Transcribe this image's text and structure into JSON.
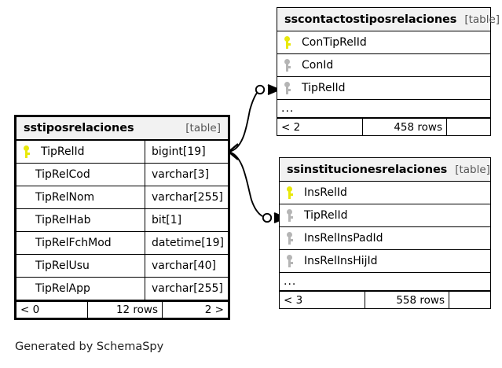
{
  "diagram": {
    "caption": "Generated by SchemaSpy",
    "table_tag": "[table]",
    "ellipsis": "...",
    "colors": {
      "primary_key": "#e8e80a",
      "foreign_key": "#b5b5b5",
      "header_background": "#f2f2f2",
      "border": "#000000",
      "background": "#ffffff"
    }
  },
  "tables": {
    "main": {
      "name": "sstiposrelaciones",
      "tag": "[table]",
      "focus": true,
      "columns": [
        {
          "key": "pk",
          "name": "TipRelId",
          "type": "bigint[19]"
        },
        {
          "key": "none",
          "name": "TipRelCod",
          "type": "varchar[3]"
        },
        {
          "key": "none",
          "name": "TipRelNom",
          "type": "varchar[255]"
        },
        {
          "key": "none",
          "name": "TipRelHab",
          "type": "bit[1]"
        },
        {
          "key": "none",
          "name": "TipRelFchMod",
          "type": "datetime[19]"
        },
        {
          "key": "none",
          "name": "TipRelUsu",
          "type": "varchar[40]"
        },
        {
          "key": "none",
          "name": "TipRelApp",
          "type": "varchar[255]"
        }
      ],
      "footer": {
        "parents": "< 0",
        "rows": "12 rows",
        "children": "2 >"
      }
    },
    "contactos": {
      "name": "sscontactostiposrelaciones",
      "tag": "[table]",
      "focus": false,
      "columns": [
        {
          "key": "pk",
          "name": "ConTipRelId",
          "type": ""
        },
        {
          "key": "fk",
          "name": "ConId",
          "type": ""
        },
        {
          "key": "fk",
          "name": "TipRelId",
          "type": ""
        }
      ],
      "has_more": true,
      "footer": {
        "parents": "< 2",
        "rows": "458 rows",
        "children": ""
      }
    },
    "instituciones": {
      "name": "ssinstitucionesrelaciones",
      "tag": "[table]",
      "focus": false,
      "columns": [
        {
          "key": "pk",
          "name": "InsRelId",
          "type": ""
        },
        {
          "key": "fk",
          "name": "TipRelId",
          "type": ""
        },
        {
          "key": "fk",
          "name": "InsRelInsPadId",
          "type": ""
        },
        {
          "key": "fk",
          "name": "InsRelInsHijId",
          "type": ""
        }
      ],
      "has_more": true,
      "footer": {
        "parents": "< 3",
        "rows": "558 rows",
        "children": ""
      }
    }
  },
  "relationships": [
    {
      "name": "sstiposrelaciones-to-sscontactostiposrelaciones",
      "from": "sstiposrelaciones.TipRelId",
      "to": "sscontactostiposrelaciones.TipRelId"
    },
    {
      "name": "sstiposrelaciones-to-ssinstitucionesrelaciones",
      "from": "sstiposrelaciones.TipRelId",
      "to": "ssinstitucionesrelaciones.TipRelId"
    }
  ]
}
